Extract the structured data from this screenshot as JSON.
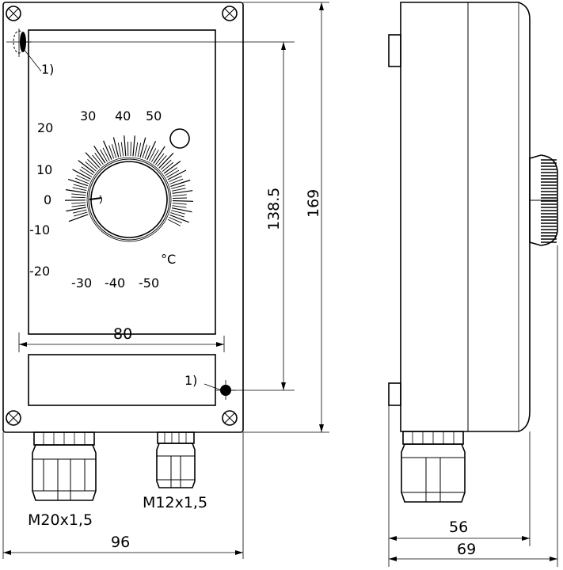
{
  "dial": {
    "scale_top": [
      "20",
      "30",
      "40",
      "50"
    ],
    "scale_left": [
      "10",
      "0",
      "-10",
      "-20"
    ],
    "scale_bottom": [
      "-30",
      "-40",
      "-50"
    ],
    "unit": "°C"
  },
  "notes": {
    "note_top": "1)",
    "note_bottom": "1)"
  },
  "glands": {
    "large": "M20x1,5",
    "small": "M12x1,5"
  },
  "dimensions": {
    "inner_width": "80",
    "outer_width": "96",
    "hole_spacing": "138.5",
    "height": "169",
    "depth_body": "56",
    "depth_total": "69"
  }
}
